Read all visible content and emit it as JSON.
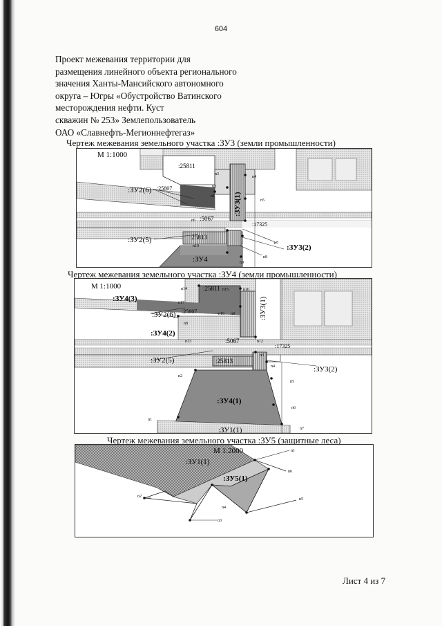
{
  "page_number": "604",
  "header_lines": [
    "Проект межевания территории для",
    "размещения линейного объекта регионального",
    "значения Ханты-Мансийского автономного",
    "округа – Югры  «Обустройство Ватинского",
    "месторождения нефти. Куст",
    "скважин № 253» Землепользователь",
    "ОАО «Славнефть-Мегионнефтегаз»"
  ],
  "map1": {
    "caption": "Чертеж межевания земельного участка :ЗУ3 (земли промышленности)",
    "scale": "М 1:1000",
    "labels": {
      "c25811": ":25811",
      "n3": "n3",
      "n4": "n4",
      "n2": "n2",
      "zu3_1": ":ЗУ3(1)",
      "zu2_6": ":ЗУ2(6)",
      "c25807": ":25807",
      "n1": "n1",
      "n5": "n5",
      "n6": "n6",
      "c5067": ":5067",
      "c17325": ":17325",
      "zu2_5": ":ЗУ2(5)",
      "c25813": ":25813",
      "n7": "n7",
      "zu3_2": ":ЗУ3(2)",
      "n10": "n10",
      "n8": "n8",
      "zu4": ":ЗУ4",
      "n9": "n9"
    }
  },
  "map2": {
    "caption": "Чертеж межевания земельного участка :ЗУ4 (земли промышленности)",
    "scale": "М 1:1000",
    "labels": {
      "n14": "n14",
      "c25811": ":25811",
      "n15": "n15",
      "n16": "n16",
      "zu4_3": ":ЗУ4(3)",
      "n17": "n17",
      "zu3_1": ":ЗУ3(1)",
      "zu2_6": ":ЗУ2(6)",
      "c25807": ":25807",
      "n16b": "n16",
      "n9": "n9",
      "n8": "n8",
      "zu4_2": ":ЗУ4(2)",
      "n13": "n13",
      "c5067": ":5067",
      "n12": "n12",
      "c17325": ":17325",
      "n3": "n3",
      "zu2_5": ":ЗУ2(5)",
      "c25813": ":25813",
      "n4": "n4",
      "zu3_2": ":ЗУ3(2)",
      "n2": "n2",
      "n5": "n5",
      "zu4_1": ":ЗУ4(1)",
      "n6": "n6",
      "n1": "n1",
      "zu1_1": ":ЗУ1(1)",
      "n7": "n7"
    }
  },
  "map3": {
    "caption": "Чертеж межевания земельного участка :ЗУ5 (защитные леса)",
    "scale": "М 1:2000",
    "labels": {
      "n1": "n1",
      "zu1_1": ":ЗУ1(1)",
      "n6": "n6",
      "zu5_1": ":ЗУ5(1)",
      "n2": "n2",
      "n5": "n5",
      "n4": "n4",
      "n3": "n3"
    }
  },
  "footer": "Лист 4 из 7"
}
